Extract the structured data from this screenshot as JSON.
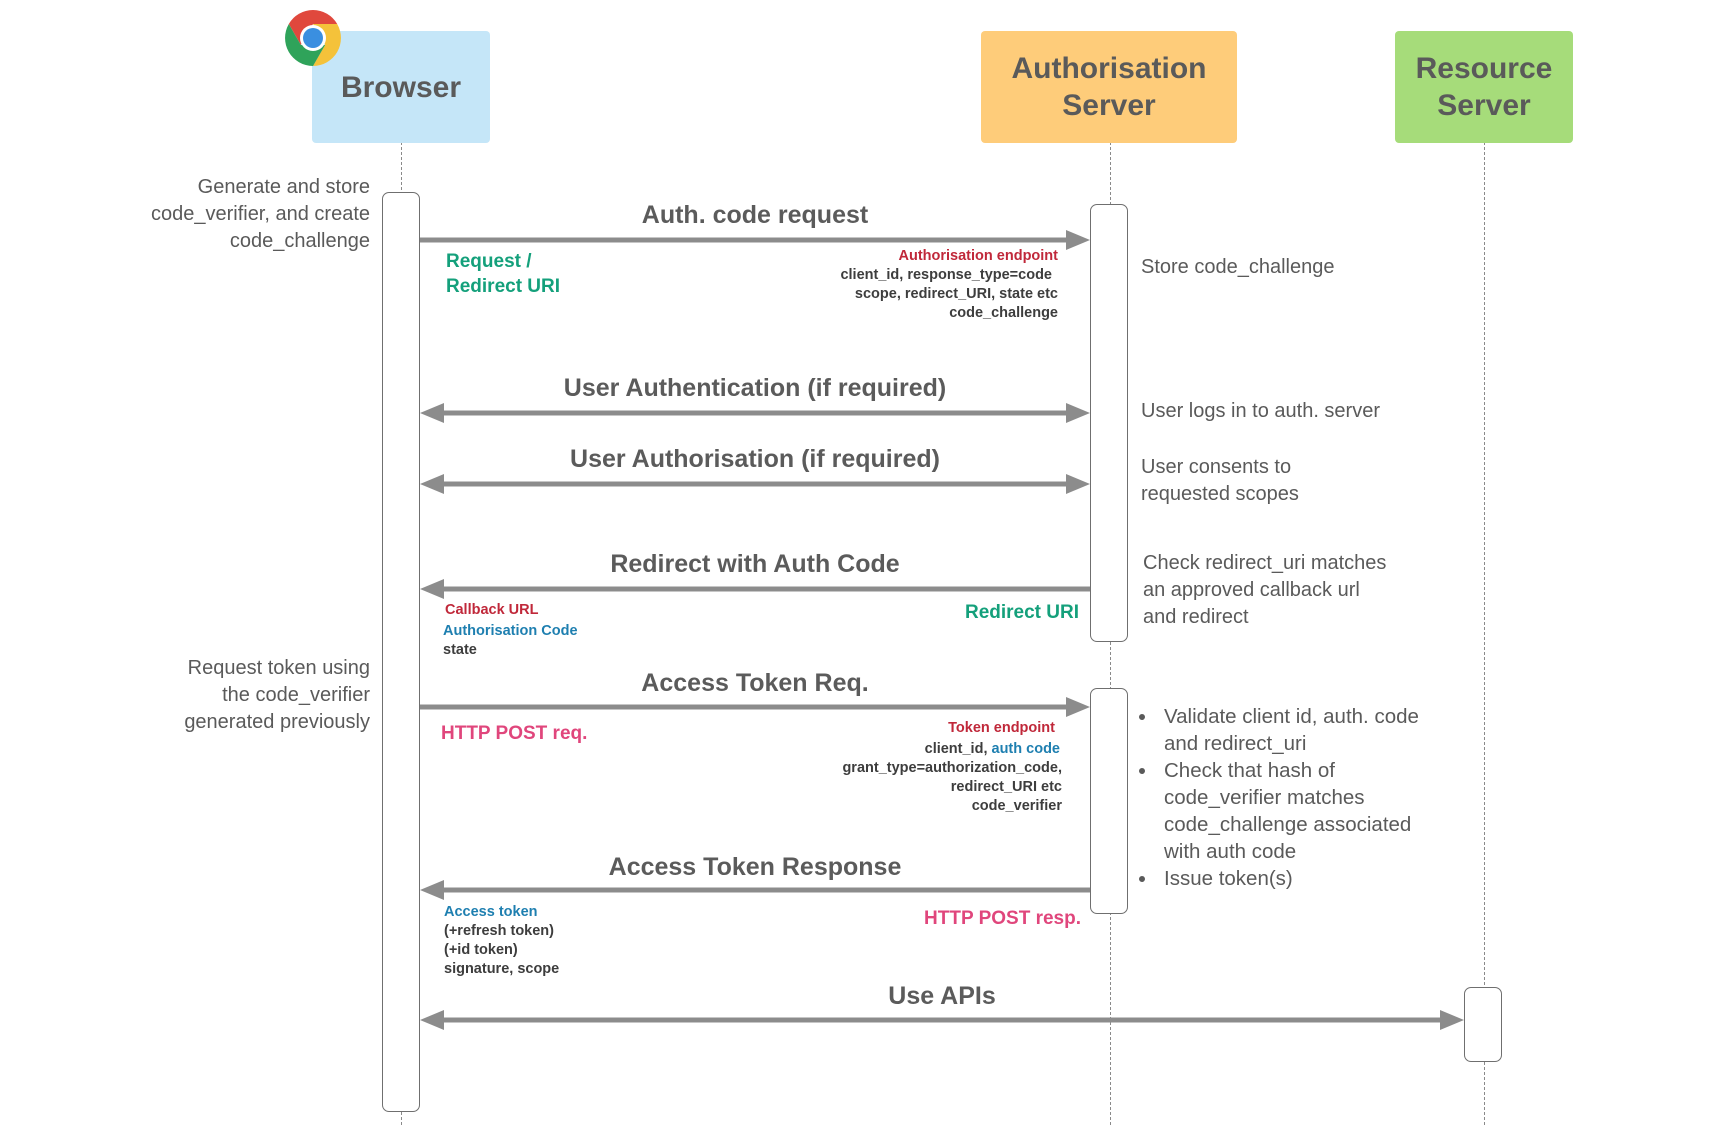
{
  "actors": {
    "browser": {
      "label": "Browser",
      "color": "#c5e6f8",
      "icon": "chrome-icon"
    },
    "auth_server": {
      "label": "Authorisation\nServer",
      "color": "#fecc7a"
    },
    "resource_server": {
      "label": "Resource\nServer",
      "color": "#a6dc7a"
    }
  },
  "left_notes": {
    "generate": "Generate and store\ncode_verifier, and create\ncode_challenge",
    "request_token": "Request token using\nthe code_verifier\ngenerated previously"
  },
  "right_notes": {
    "store": "Store code_challenge",
    "logs_in": "User logs in to auth. server",
    "consents": "User consents to\nrequested scopes",
    "check_redirect": "Check redirect_uri matches\nan approved callback url\nand redirect",
    "validate_bullets": [
      "Validate client id, auth. code\nand redirect_uri",
      "Check that hash of\ncode_verifier matches\ncode_challenge associated\nwith auth code",
      "Issue token(s)"
    ]
  },
  "messages": {
    "auth_code_request": {
      "title": "Auth. code request",
      "left_label": "Request /\nRedirect URI",
      "endpoint": "Authorisation endpoint",
      "params": [
        "client_id, response_type=code",
        "scope, redirect_URI, state etc",
        "code_challenge"
      ]
    },
    "user_authentication": {
      "title": "User Authentication (if required)"
    },
    "user_authorisation": {
      "title": "User Authorisation  (if required)"
    },
    "redirect_auth_code": {
      "title": "Redirect with Auth Code",
      "callback": "Callback URL",
      "auth_code": "Authorisation Code",
      "state": "state",
      "right_label": "Redirect URI"
    },
    "access_token_req": {
      "title": "Access Token Req.",
      "left_label": "HTTP POST req.",
      "endpoint": "Token endpoint",
      "param_client_id": "client_id, ",
      "param_auth_code": "auth code",
      "params": [
        "grant_type=authorization_code,",
        "redirect_URI etc",
        "code_verifier"
      ]
    },
    "access_token_response": {
      "title": "Access Token Response",
      "access_token": "Access token",
      "params": [
        "(+refresh token)",
        "(+id token)",
        "signature, scope"
      ],
      "right_label": "HTTP POST resp."
    },
    "use_apis": {
      "title": "Use APIs"
    }
  },
  "colors": {
    "arrow": "#8c8c8c",
    "endpoint_red": "#c0283a",
    "label_teal": "#14a07b",
    "label_blue": "#1e7fb0",
    "label_pink": "#e0467c"
  }
}
